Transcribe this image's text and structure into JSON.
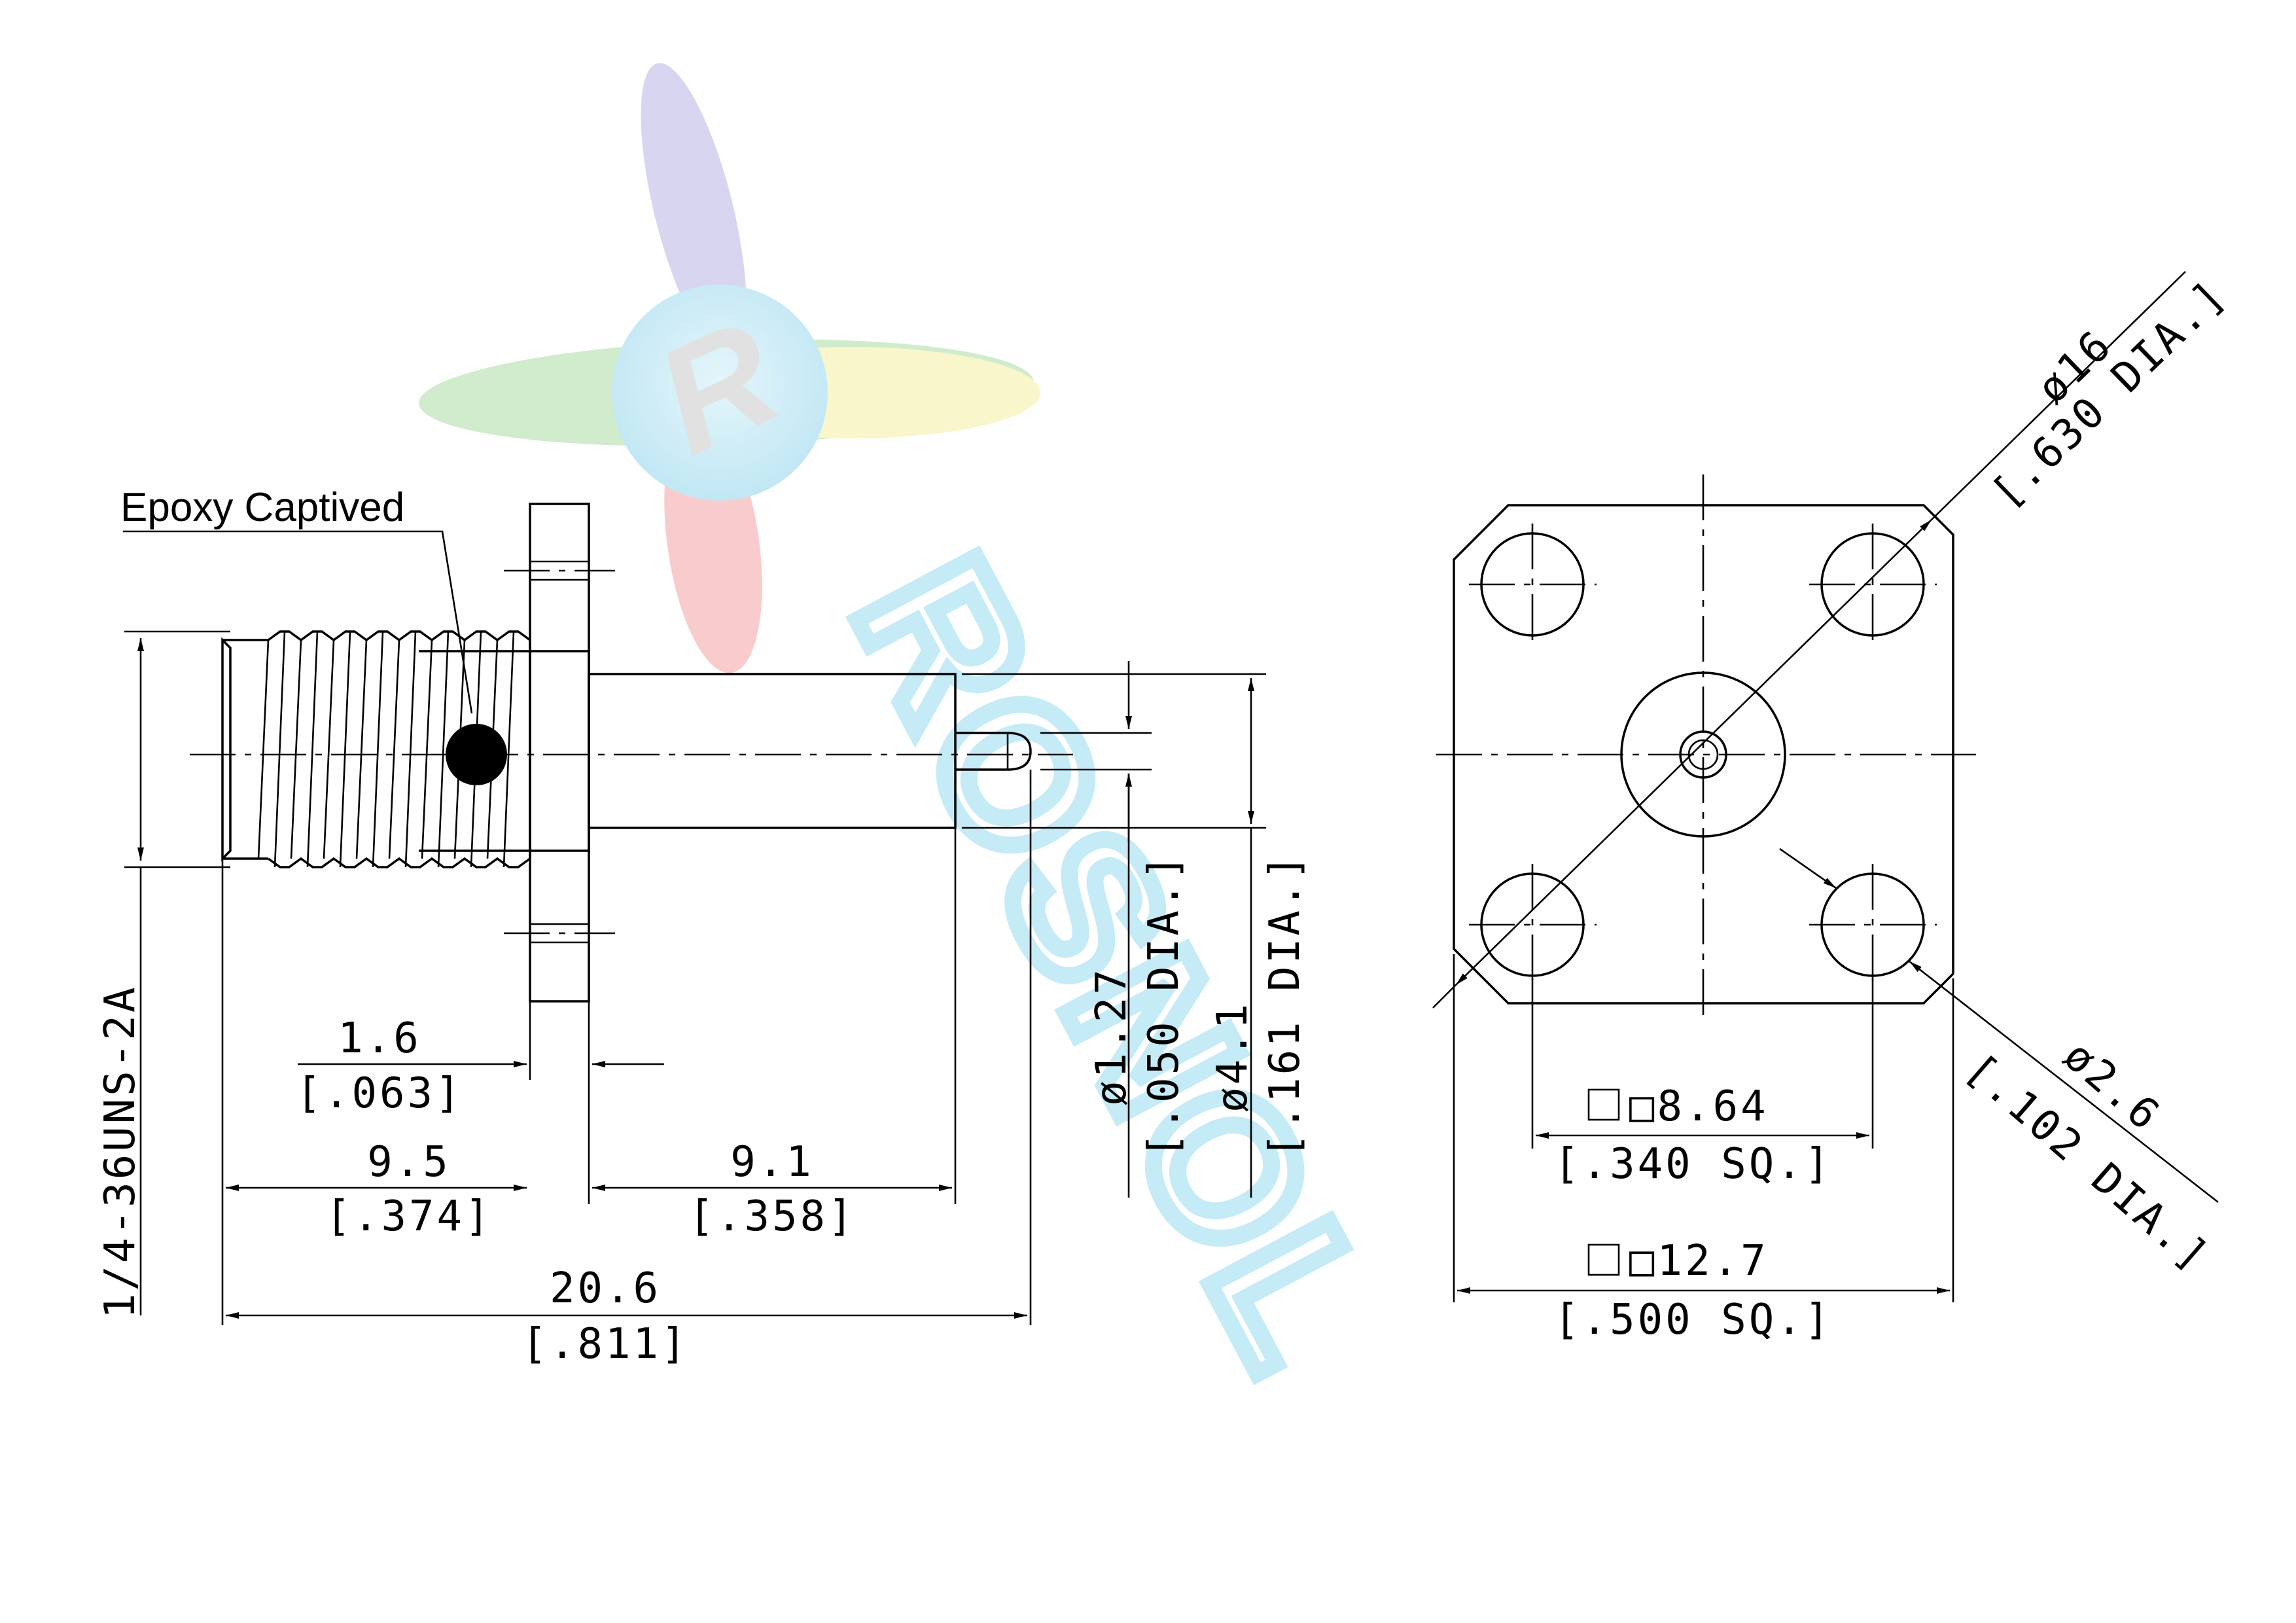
{
  "callout": {
    "label": "Epoxy Captived"
  },
  "side_view": {
    "thread_spec": "1/4-36UNS-2A",
    "flange_thickness": {
      "mm": "1.6",
      "inch": "[.063]"
    },
    "thread_length": {
      "mm": "9.5",
      "inch": "[.374]"
    },
    "body_length": {
      "mm": "9.1",
      "inch": "[.358]"
    },
    "overall_length": {
      "mm": "20.6",
      "inch": "[.811]"
    },
    "pin_diameter": {
      "mm": "ø1.27",
      "inch": "[.050 DIA.]"
    },
    "body_diameter": {
      "mm": "ø4.1",
      "inch": "[.161 DIA.]"
    }
  },
  "front_view": {
    "flange_circle": {
      "mm": "ø16",
      "inch": "[.630 DIA.]"
    },
    "hole_diameter": {
      "mm": "ø2.6",
      "inch": "[.102 DIA.]"
    },
    "hole_spacing": {
      "mm": "□8.64",
      "inch": "[.340 SQ.]"
    },
    "flange_size": {
      "mm": "□12.7",
      "inch": "[.500 SQ.]"
    }
  },
  "watermark": {
    "logo_letter": "R",
    "text": "ROSNOL"
  },
  "colors": {
    "line": "#000000",
    "watermark_blue": "#7fd3ee",
    "watermark_red": "#f2a3a3",
    "watermark_yellow": "#f4eea0",
    "watermark_green": "#a9dca2",
    "watermark_violet": "#b9b2e3"
  }
}
